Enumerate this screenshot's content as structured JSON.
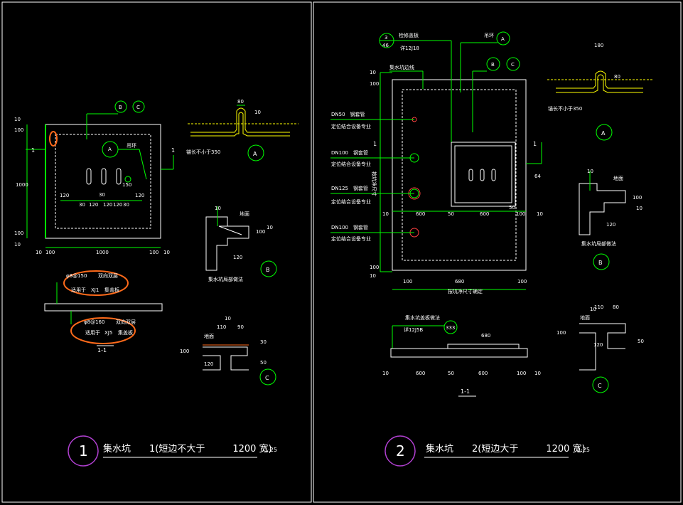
{
  "sheet1": {
    "number": "1",
    "title": "集水坑　　1(短边不大于　　　1200 宽)",
    "scale": "1:25",
    "plan": {
      "ref_b": "B",
      "ref_c": "C",
      "ref_a": "A",
      "ref_a_sub": "-",
      "dim_top_10": "10",
      "dim_top_100": "100",
      "dim_1000": "1000",
      "dim_bot_100": "100",
      "dim_bot_10": "10",
      "dim_h_10a": "10",
      "dim_h_100a": "100",
      "dim_h_1000": "1000",
      "dim_h_100b": "100",
      "dim_h_10b": "10",
      "lbl_hook": "吊环",
      "cut_left": "1",
      "cut_right": "1",
      "d120a": "120",
      "d120b": "120",
      "d30": "30",
      "d150": "150",
      "d30b": "30",
      "d120c": "120",
      "d120d": "120",
      "d120e": "120",
      "d30c": "30"
    },
    "section": {
      "note1a": "φ8@150",
      "note1b": "双向双层",
      "note2a": "适用于",
      "note2b": "XJ1",
      "note2c": "集盖板",
      "note3a": "φ8@160",
      "note3b": "双向双层",
      "note4a": "适用于",
      "note4b": "XJ5",
      "note4c": "集盖板",
      "label": "1-1"
    },
    "detail_a": {
      "d80": "80",
      "d10": "10",
      "anchor": "锚长不小于350",
      "ref": "A"
    },
    "detail_b": {
      "d10": "10",
      "d100": "100",
      "d120": "120",
      "d10b": "10",
      "lbl_floor": "地面",
      "caption": "集水坑局部做法",
      "ref": "B"
    },
    "detail_c": {
      "d10": "10",
      "d110": "110",
      "d90": "90",
      "d100": "100",
      "d120": "120",
      "d30": "30",
      "d50": "50",
      "lbl_floor": "地面",
      "ref": "C"
    }
  },
  "sheet2": {
    "number": "2",
    "title": "集水坑　　2(短边大于　　　1200 宽)",
    "scale": "1:25",
    "plan": {
      "ref3": "3",
      "ref46": "46",
      "lbl_repair": "检修盖板",
      "lbl_repair_std": "详12J18",
      "lbl_hook": "吊环",
      "ref_a": "A",
      "ref_b": "B",
      "ref_c": "C",
      "lbl_edge": "集水坑边线",
      "pipe1": "DN50　钢套管",
      "pipe1b": "定位结合设备专业",
      "pipe2": "DN100　钢套管",
      "pipe2b": "定位结合设备专业",
      "pipe3": "DN125　钢套管",
      "pipe3b": "定位结合设备专业",
      "pipe4": "DN100　钢套管",
      "pipe4b": "定位结合设备专业",
      "d10a": "10",
      "d100a": "100",
      "d100b": "100",
      "d10b": "10",
      "d600a": "600",
      "d50a": "50",
      "d600b": "600",
      "d100c": "100",
      "d100d": "100",
      "d680": "680",
      "d100e": "100",
      "lbl_width_l": "按坑净尺寸",
      "lbl_width": "按坑净尺寸确定",
      "cut_l": "1",
      "cut_r": "1",
      "d50b": "50",
      "d10c": "10",
      "d10d": "10",
      "d64": "64"
    },
    "section": {
      "lbl_cover": "集水坑盖板做法",
      "lbl_cover_std": "详12J5B",
      "ref": "333",
      "d680": "680",
      "d10a": "10",
      "d600a": "600",
      "d50": "50",
      "d600b": "600",
      "d10b": "10",
      "d100": "100",
      "label": "1-1"
    },
    "detail_a": {
      "d180": "180",
      "d80": "80",
      "anchor": "锚长不小于350",
      "ref": "A"
    },
    "detail_b": {
      "d10": "10",
      "d100": "100",
      "d120": "120",
      "d10b": "10",
      "lbl_floor": "地面",
      "caption": "集水坑局部做法",
      "ref": "B"
    },
    "detail_c": {
      "d10": "10",
      "d110": "110",
      "d80": "80",
      "d100": "100",
      "d120": "120",
      "d50": "50",
      "lbl_floor": "地面",
      "ref": "C"
    }
  },
  "colors": {
    "background": "#000000",
    "lines": "#00ff00",
    "text": "#ffffff",
    "accent": "#ffff00",
    "markup": "#ff6a1a",
    "title_circle": "#b040d0"
  }
}
